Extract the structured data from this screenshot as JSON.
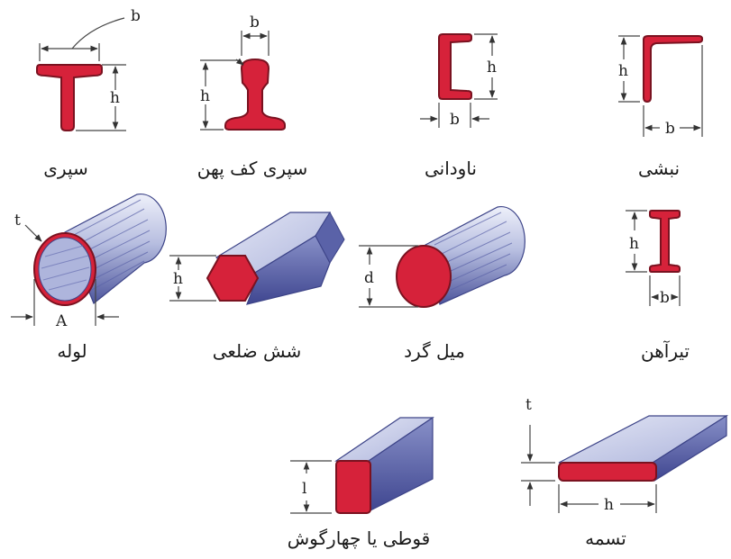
{
  "colors": {
    "section_fill": "#d6223a",
    "section_edge": "#7a1220",
    "body_top": "#c9cfe6",
    "body_side": "#6f78b8",
    "body_dark": "#3d4488",
    "dim_line": "#444444"
  },
  "shapes": {
    "tee": {
      "label": "سپری",
      "dims": [
        "b",
        "h"
      ]
    },
    "rail": {
      "label": "سپری کف پهن",
      "dims": [
        "b",
        "h"
      ]
    },
    "channel": {
      "label": "ناودانی",
      "dims": [
        "h",
        "b"
      ]
    },
    "angle": {
      "label": "نبشی",
      "dims": [
        "h",
        "b"
      ]
    },
    "pipe": {
      "label": "لوله",
      "dims": [
        "t",
        "A"
      ]
    },
    "hexagon": {
      "label": "شش ضلعی",
      "dims": [
        "h"
      ]
    },
    "round_bar": {
      "label": "میل گرد",
      "dims": [
        "d"
      ]
    },
    "i_beam": {
      "label": "تیرآهن",
      "dims": [
        "h",
        "b"
      ]
    },
    "square_bar": {
      "label": "قوطی یا چهارگوش",
      "dims": [
        "l"
      ]
    },
    "flat_bar": {
      "label": "تسمه",
      "dims": [
        "t",
        "h"
      ]
    }
  }
}
